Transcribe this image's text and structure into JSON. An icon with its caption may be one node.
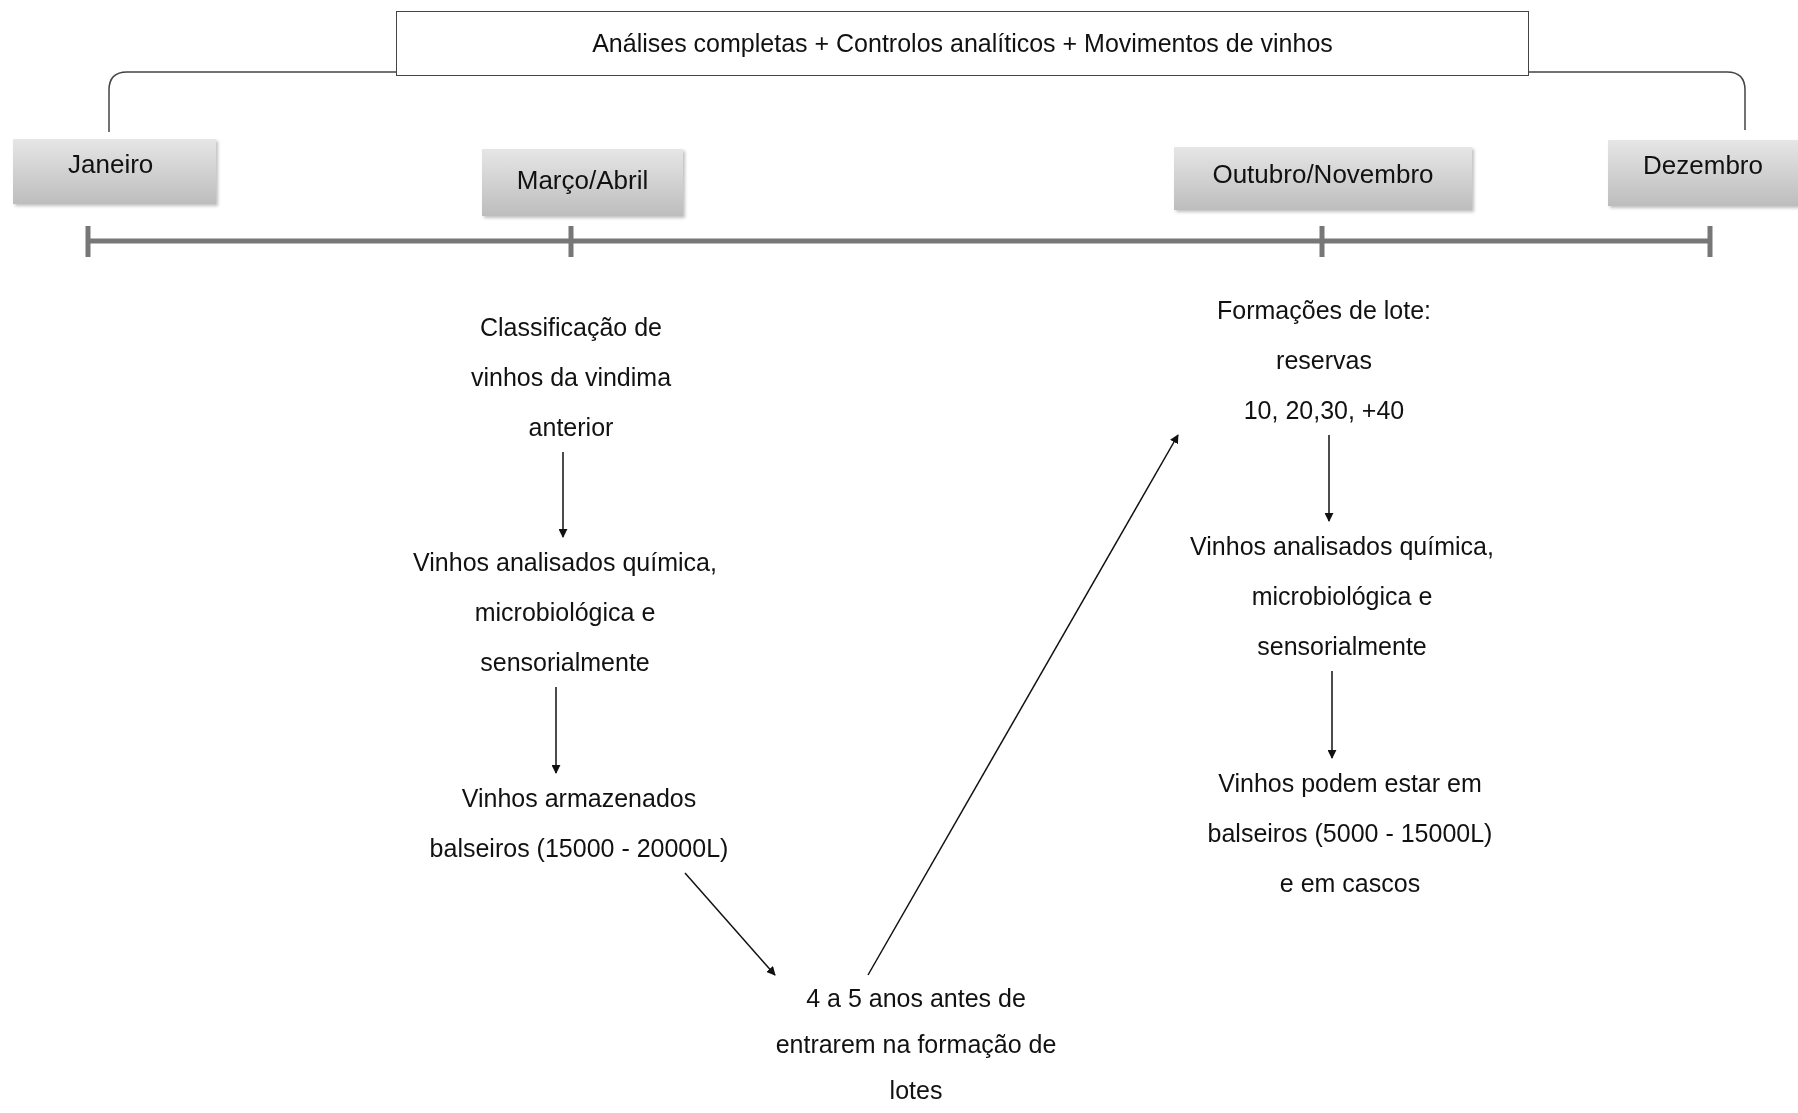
{
  "diagram": {
    "nodes": [
      {
        "text": [
          "Análises completas + Controlos analíticos + Movimentos de vinhos"
        ]
      },
      {
        "text": [
          "Janeiro"
        ]
      },
      {
        "text": [
          "Março/Abril"
        ]
      },
      {
        "text": [
          "Outubro/Novembro"
        ]
      },
      {
        "text": [
          "Dezembro"
        ]
      },
      {
        "text": [
          "Classificação de vinhos da vindima anterior"
        ]
      },
      {
        "text": [
          "Vinhos analisados química, microbiológica e sensorialmente"
        ]
      },
      {
        "text": [
          "Vinhos armazenados balseiros (15000 - 20000L)"
        ]
      },
      {
        "text": [
          "4 a 5 anos antes de entrarem na formação de lotes"
        ]
      },
      {
        "text": [
          "Formações de lote:",
          "reservas",
          "10, 20,30, +40"
        ]
      },
      {
        "text": [
          "Vinhos analisados química, microbiológica e sensorialmente"
        ]
      },
      {
        "text": [
          "Vinhos podem estar em balseiros (5000 - 15000L) e em cascos"
        ]
      }
    ],
    "edges": [
      {
        "from": 5,
        "to": 6,
        "arrow": "to"
      },
      {
        "from": 6,
        "to": 7,
        "arrow": "to"
      },
      {
        "from": 7,
        "to": 8,
        "arrow": "to"
      },
      {
        "from": 8,
        "to": 9,
        "arrow": "to"
      },
      {
        "from": 9,
        "to": 10,
        "arrow": "to"
      },
      {
        "from": 10,
        "to": 11,
        "arrow": "to"
      }
    ]
  }
}
